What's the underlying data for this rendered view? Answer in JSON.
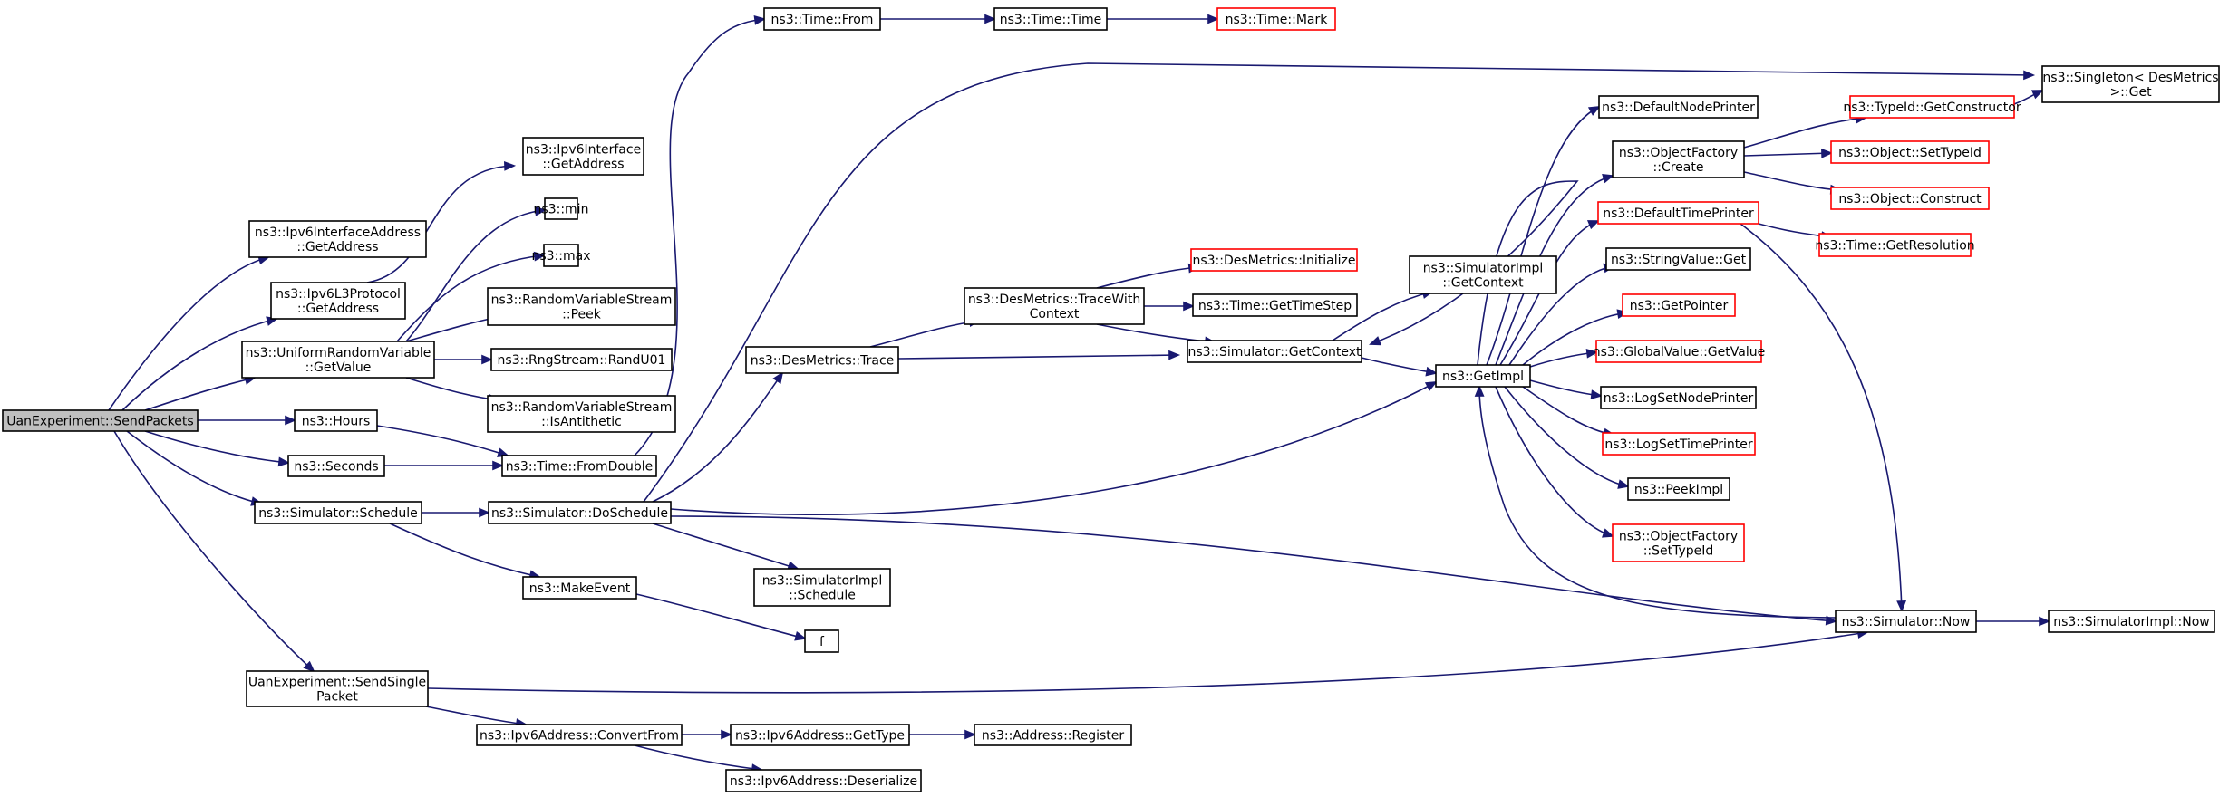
{
  "colors": {
    "edge": "#191970",
    "root_fill": "#bfbfbf",
    "node_border": "#000000",
    "truncated_border": "#ff0000"
  },
  "nodes": {
    "root": {
      "lines": [
        "UanExperiment::SendPackets"
      ],
      "style": "root"
    },
    "ipv6ifaddr": {
      "lines": [
        "ns3::Ipv6InterfaceAddress",
        "::GetAddress"
      ],
      "style": "normal"
    },
    "ipv6l3": {
      "lines": [
        "ns3::Ipv6L3Protocol",
        "::GetAddress"
      ],
      "style": "normal"
    },
    "urv": {
      "lines": [
        "ns3::UniformRandomVariable",
        "::GetValue"
      ],
      "style": "normal"
    },
    "hours": {
      "lines": [
        "ns3::Hours"
      ],
      "style": "normal"
    },
    "seconds": {
      "lines": [
        "ns3::Seconds"
      ],
      "style": "normal"
    },
    "sched": {
      "lines": [
        "ns3::Simulator::Schedule"
      ],
      "style": "normal"
    },
    "sendsingle": {
      "lines": [
        "UanExperiment::SendSingle",
        "Packet"
      ],
      "style": "normal"
    },
    "ipv6iface": {
      "lines": [
        "ns3::Ipv6Interface",
        "::GetAddress"
      ],
      "style": "normal"
    },
    "min": {
      "lines": [
        "ns3::min"
      ],
      "style": "normal"
    },
    "max": {
      "lines": [
        "ns3::max"
      ],
      "style": "normal"
    },
    "rvspeek": {
      "lines": [
        "ns3::RandomVariableStream",
        "::Peek"
      ],
      "style": "normal"
    },
    "randu01": {
      "lines": [
        "ns3::RngStream::RandU01"
      ],
      "style": "normal"
    },
    "rvsanti": {
      "lines": [
        "ns3::RandomVariableStream",
        "::IsAntithetic"
      ],
      "style": "normal"
    },
    "fromdouble": {
      "lines": [
        "ns3::Time::FromDouble"
      ],
      "style": "normal"
    },
    "dosched": {
      "lines": [
        "ns3::Simulator::DoSchedule"
      ],
      "style": "normal"
    },
    "makeevent": {
      "lines": [
        "ns3::MakeEvent"
      ],
      "style": "normal"
    },
    "f": {
      "lines": [
        "f"
      ],
      "style": "normal"
    },
    "convertfrom": {
      "lines": [
        "ns3::Ipv6Address::ConvertFrom"
      ],
      "style": "normal"
    },
    "gettype": {
      "lines": [
        "ns3::Ipv6Address::GetType"
      ],
      "style": "normal"
    },
    "deserialize": {
      "lines": [
        "ns3::Ipv6Address::Deserialize"
      ],
      "style": "normal"
    },
    "register": {
      "lines": [
        "ns3::Address::Register"
      ],
      "style": "normal"
    },
    "timefrom": {
      "lines": [
        "ns3::Time::From"
      ],
      "style": "normal"
    },
    "timetime": {
      "lines": [
        "ns3::Time::Time"
      ],
      "style": "normal"
    },
    "timemark": {
      "lines": [
        "ns3::Time::Mark"
      ],
      "style": "truncated"
    },
    "simimplsched": {
      "lines": [
        "ns3::SimulatorImpl",
        "::Schedule"
      ],
      "style": "normal"
    },
    "desmtrace": {
      "lines": [
        "ns3::DesMetrics::Trace"
      ],
      "style": "normal"
    },
    "tracewithctx": {
      "lines": [
        "ns3::DesMetrics::TraceWith",
        "Context"
      ],
      "style": "normal"
    },
    "desminit": {
      "lines": [
        "ns3::DesMetrics::Initialize"
      ],
      "style": "truncated"
    },
    "gettimestep": {
      "lines": [
        "ns3::Time::GetTimeStep"
      ],
      "style": "normal"
    },
    "simgetctx": {
      "lines": [
        "ns3::Simulator::GetContext"
      ],
      "style": "normal"
    },
    "simimplgetctx": {
      "lines": [
        "ns3::SimulatorImpl",
        "::GetContext"
      ],
      "style": "normal"
    },
    "getimpl": {
      "lines": [
        "ns3::GetImpl"
      ],
      "style": "normal"
    },
    "defnodeprinter": {
      "lines": [
        "ns3::DefaultNodePrinter"
      ],
      "style": "normal"
    },
    "objfactcreate": {
      "lines": [
        "ns3::ObjectFactory",
        "::Create"
      ],
      "style": "normal"
    },
    "deftimeprinter": {
      "lines": [
        "ns3::DefaultTimePrinter"
      ],
      "style": "truncated"
    },
    "strvalget": {
      "lines": [
        "ns3::StringValue::Get"
      ],
      "style": "normal"
    },
    "getpointer": {
      "lines": [
        "ns3::GetPointer"
      ],
      "style": "truncated"
    },
    "gvgetvalue": {
      "lines": [
        "ns3::GlobalValue::GetValue"
      ],
      "style": "truncated"
    },
    "logsetnode": {
      "lines": [
        "ns3::LogSetNodePrinter"
      ],
      "style": "normal"
    },
    "logsettime": {
      "lines": [
        "ns3::LogSetTimePrinter"
      ],
      "style": "truncated"
    },
    "peekimpl": {
      "lines": [
        "ns3::PeekImpl"
      ],
      "style": "normal"
    },
    "objfactsettype": {
      "lines": [
        "ns3::ObjectFactory",
        "::SetTypeId"
      ],
      "style": "truncated"
    },
    "simnow": {
      "lines": [
        "ns3::Simulator::Now"
      ],
      "style": "normal"
    },
    "simimplnow": {
      "lines": [
        "ns3::SimulatorImpl::Now"
      ],
      "style": "normal"
    },
    "typeidgetctor": {
      "lines": [
        "ns3::TypeId::GetConstructor"
      ],
      "style": "truncated"
    },
    "objsettypeid": {
      "lines": [
        "ns3::Object::SetTypeId"
      ],
      "style": "truncated"
    },
    "objconstruct": {
      "lines": [
        "ns3::Object::Construct"
      ],
      "style": "truncated"
    },
    "singletonget": {
      "lines": [
        "ns3::Singleton< DesMetrics",
        ">::Get"
      ],
      "style": "normal"
    },
    "getresolution": {
      "lines": [
        "ns3::Time::GetResolution"
      ],
      "style": "truncated"
    }
  },
  "edges": [
    [
      "root",
      "ipv6ifaddr"
    ],
    [
      "root",
      "ipv6l3"
    ],
    [
      "root",
      "urv"
    ],
    [
      "root",
      "hours"
    ],
    [
      "root",
      "seconds"
    ],
    [
      "root",
      "sched"
    ],
    [
      "root",
      "sendsingle"
    ],
    [
      "ipv6l3",
      "ipv6iface"
    ],
    [
      "urv",
      "min"
    ],
    [
      "urv",
      "max"
    ],
    [
      "urv",
      "rvspeek"
    ],
    [
      "urv",
      "randu01"
    ],
    [
      "urv",
      "rvsanti"
    ],
    [
      "hours",
      "fromdouble"
    ],
    [
      "seconds",
      "fromdouble"
    ],
    [
      "fromdouble",
      "timefrom"
    ],
    [
      "timefrom",
      "timetime"
    ],
    [
      "timetime",
      "timemark"
    ],
    [
      "sched",
      "dosched"
    ],
    [
      "sched",
      "makeevent"
    ],
    [
      "makeevent",
      "f"
    ],
    [
      "dosched",
      "singletonget"
    ],
    [
      "dosched",
      "desmtrace"
    ],
    [
      "dosched",
      "getimpl"
    ],
    [
      "dosched",
      "simimplsched"
    ],
    [
      "dosched",
      "simnow"
    ],
    [
      "desmtrace",
      "tracewithctx"
    ],
    [
      "desmtrace",
      "simgetctx"
    ],
    [
      "tracewithctx",
      "desminit"
    ],
    [
      "tracewithctx",
      "gettimestep"
    ],
    [
      "tracewithctx",
      "simgetctx"
    ],
    [
      "simgetctx",
      "simimplgetctx"
    ],
    [
      "simgetctx",
      "getimpl"
    ],
    [
      "getimpl",
      "simgetctx"
    ],
    [
      "getimpl",
      "defnodeprinter"
    ],
    [
      "getimpl",
      "objfactcreate"
    ],
    [
      "getimpl",
      "deftimeprinter"
    ],
    [
      "getimpl",
      "strvalget"
    ],
    [
      "getimpl",
      "getpointer"
    ],
    [
      "getimpl",
      "gvgetvalue"
    ],
    [
      "getimpl",
      "logsetnode"
    ],
    [
      "getimpl",
      "logsettime"
    ],
    [
      "getimpl",
      "peekimpl"
    ],
    [
      "getimpl",
      "objfactsettype"
    ],
    [
      "objfactcreate",
      "typeidgetctor"
    ],
    [
      "objfactcreate",
      "objsettypeid"
    ],
    [
      "objfactcreate",
      "objconstruct"
    ],
    [
      "typeidgetctor",
      "singletonget"
    ],
    [
      "deftimeprinter",
      "getresolution"
    ],
    [
      "deftimeprinter",
      "simnow"
    ],
    [
      "simnow",
      "getimpl"
    ],
    [
      "simnow",
      "simimplnow"
    ],
    [
      "sendsingle",
      "simnow"
    ],
    [
      "sendsingle",
      "convertfrom"
    ],
    [
      "convertfrom",
      "gettype"
    ],
    [
      "convertfrom",
      "deserialize"
    ],
    [
      "gettype",
      "register"
    ]
  ]
}
